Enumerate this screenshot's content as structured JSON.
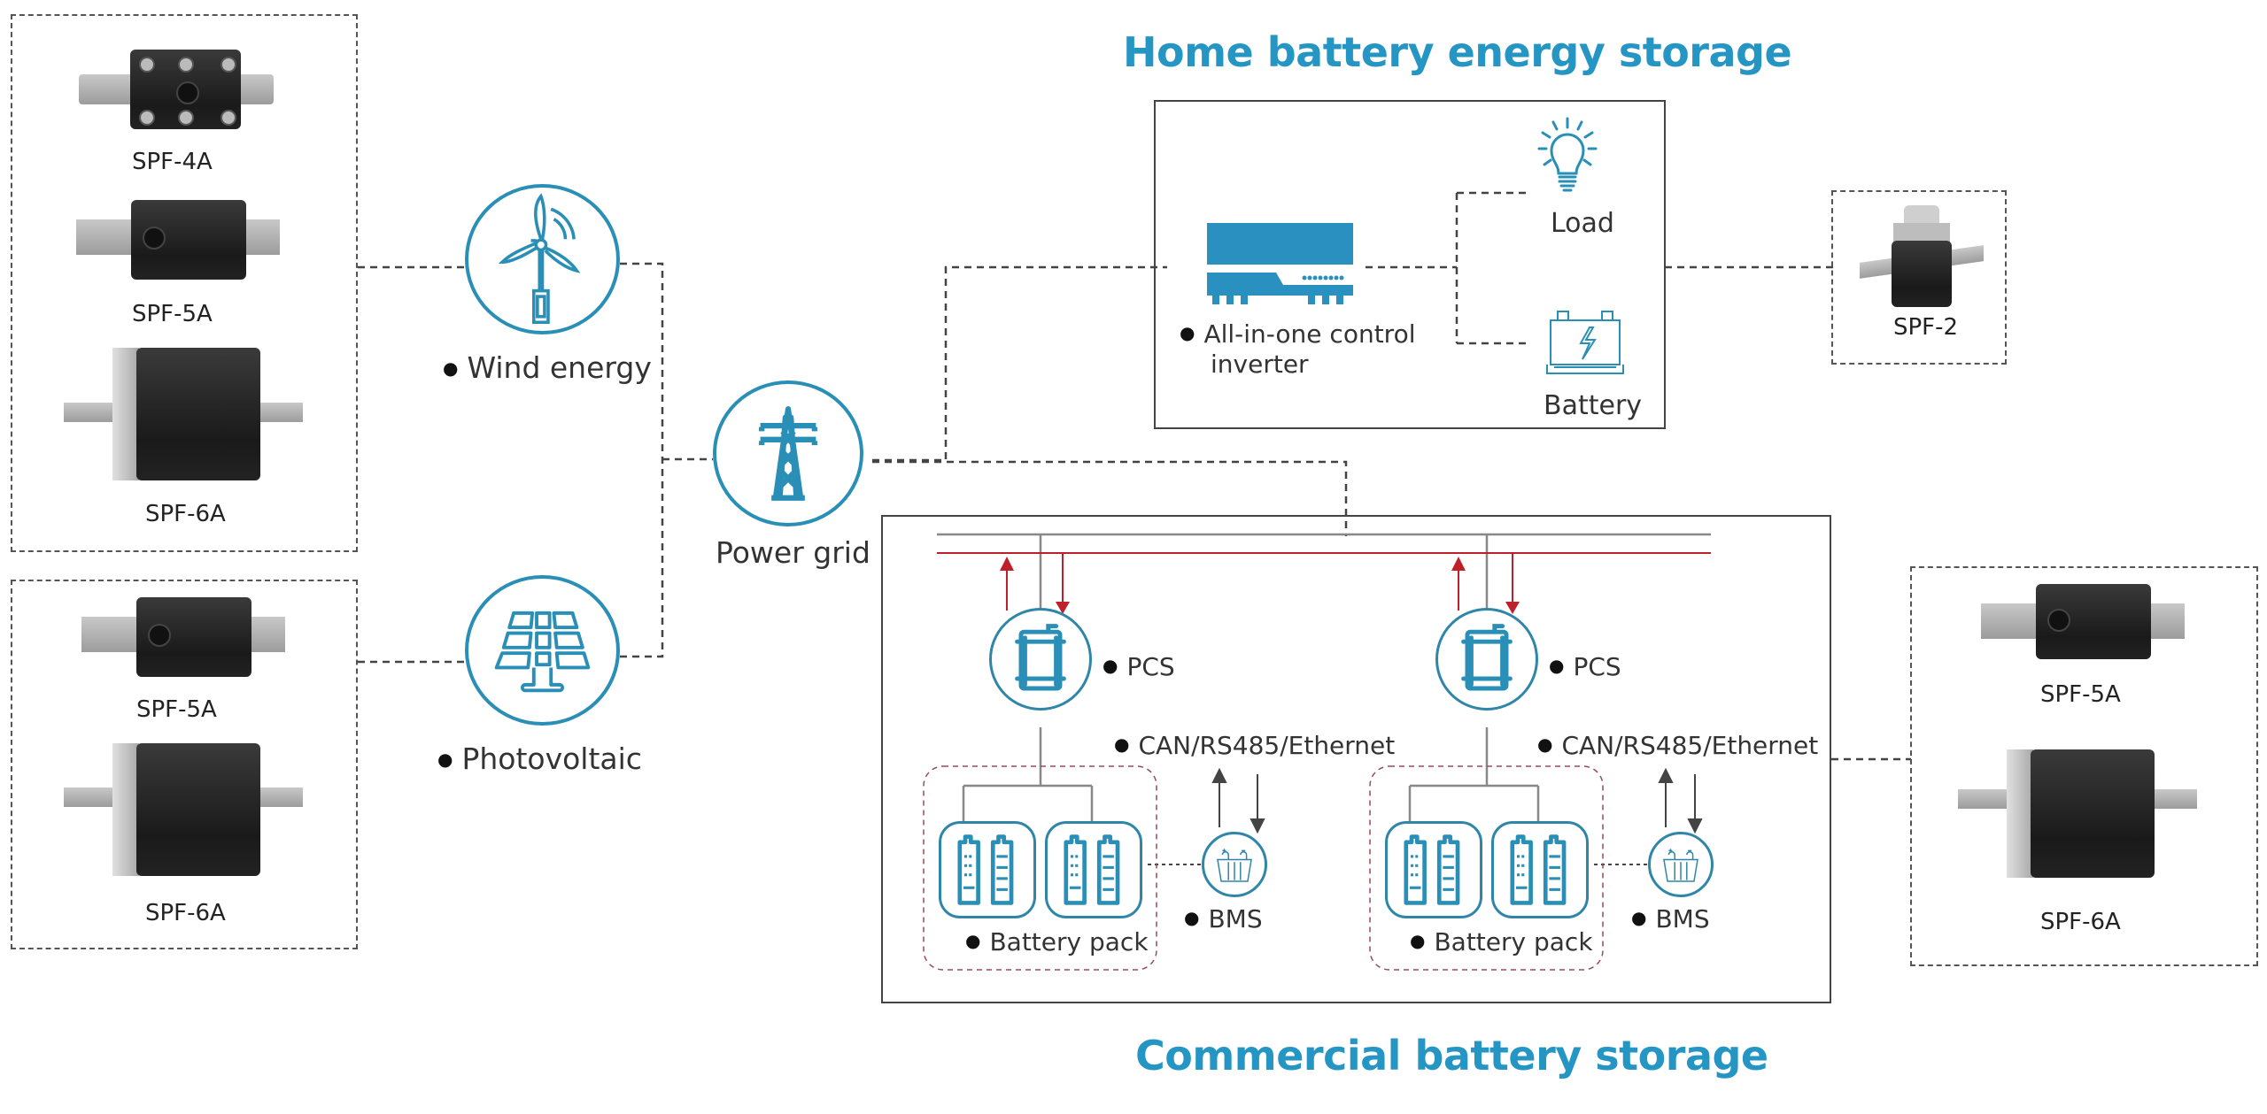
{
  "titles": {
    "home": "Home battery energy storage",
    "commercial": "Commercial battery storage"
  },
  "sources": {
    "wind": "Wind energy",
    "pv": "Photovoltaic",
    "grid": "Power grid"
  },
  "home_system": {
    "inverter_line1": "All-in-one control",
    "inverter_line2": "inverter",
    "load": "Load",
    "battery": "Battery"
  },
  "commercial_system": {
    "units": [
      {
        "pcs": "PCS",
        "comm": "CAN/RS485/Ethernet",
        "bms": "BMS",
        "pack": "Battery pack"
      },
      {
        "pcs": "PCS",
        "comm": "CAN/RS485/Ethernet",
        "bms": "BMS",
        "pack": "Battery pack"
      }
    ]
  },
  "products": {
    "wind_group": [
      "SPF-4A",
      "SPF-5A",
      "SPF-6A"
    ],
    "pv_group": [
      "SPF-5A",
      "SPF-6A"
    ],
    "home_group": [
      "SPF-2"
    ],
    "commercial_group": [
      "SPF-5A",
      "SPF-6A"
    ]
  },
  "colors": {
    "accent": "#2596c4",
    "icon": "#2a8fb6",
    "flow_arrow": "#c0202a",
    "text": "#333333"
  },
  "icons": {
    "wind": "wind-turbine-icon",
    "pv": "solar-panel-icon",
    "grid": "transmission-tower-icon",
    "inverter": "inverter-icon",
    "load": "light-bulb-icon",
    "battery": "battery-icon",
    "pcs": "pcs-cabinet-icon",
    "bms": "bms-battery-icon",
    "pack": "battery-cell-icon"
  }
}
